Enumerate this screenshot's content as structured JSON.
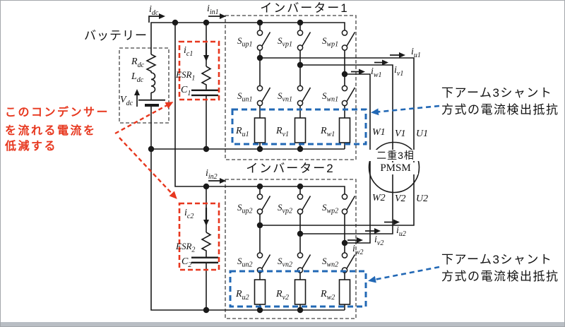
{
  "colors": {
    "wire": "#1a1a1a",
    "annotation_red": "#e7371e",
    "annotation_blue": "#2268b5",
    "frame_bar": "#b9bec4"
  },
  "titles": {
    "battery": "バッテリー",
    "inverter1": "インバーター1",
    "inverter2": "インバーター2"
  },
  "notes": {
    "capacitor_note": {
      "lines": [
        "このコンデンサー",
        "を流れる電流を",
        "低減する"
      ]
    },
    "shunt_note_top": {
      "lines": [
        "下アーム3シャント",
        "方式の電流検出抵抗"
      ]
    },
    "shunt_note_bottom": {
      "lines": [
        "下アーム3シャント",
        "方式の電流検出抵抗"
      ]
    }
  },
  "motor": {
    "type_line1": "二重3相",
    "type_line2": "PMSM",
    "terminals_top": [
      "W1",
      "V1",
      "U1"
    ],
    "terminals_bottom": [
      "W2",
      "V2",
      "U2"
    ]
  },
  "labels": {
    "idc": {
      "base": "i",
      "sub": "dc"
    },
    "iin1": {
      "base": "i",
      "sub": "in1"
    },
    "iin2": {
      "base": "i",
      "sub": "in2"
    },
    "rdc": {
      "base": "R",
      "sub": "dc"
    },
    "ldc": {
      "base": "L",
      "sub": "dc"
    },
    "vdc": {
      "base": "V",
      "sub": "dc"
    },
    "ic1": {
      "base": "i",
      "sub": "c1"
    },
    "esr1": {
      "base": "ESR",
      "sub": "1"
    },
    "c1": {
      "base": "C",
      "sub": "1"
    },
    "ic2": {
      "base": "i",
      "sub": "c2"
    },
    "esr2": {
      "base": "ESR",
      "sub": "2"
    },
    "c2": {
      "base": "C",
      "sub": "2"
    },
    "sup1": {
      "base": "S",
      "sub": "up1"
    },
    "svp1": {
      "base": "S",
      "sub": "vp1"
    },
    "swp1": {
      "base": "S",
      "sub": "wp1"
    },
    "sun1": {
      "base": "S",
      "sub": "un1"
    },
    "svn1": {
      "base": "S",
      "sub": "vn1"
    },
    "swn1": {
      "base": "S",
      "sub": "wn1"
    },
    "sup2": {
      "base": "S",
      "sub": "up2"
    },
    "svp2": {
      "base": "S",
      "sub": "vp2"
    },
    "swp2": {
      "base": "S",
      "sub": "wp2"
    },
    "sun2": {
      "base": "S",
      "sub": "un2"
    },
    "svn2": {
      "base": "S",
      "sub": "vn2"
    },
    "swn2": {
      "base": "S",
      "sub": "wn2"
    },
    "ru1": {
      "base": "R",
      "sub": "u1"
    },
    "rv1": {
      "base": "R",
      "sub": "v1"
    },
    "rw1": {
      "base": "R",
      "sub": "w1"
    },
    "ru2": {
      "base": "R",
      "sub": "u2"
    },
    "rv2": {
      "base": "R",
      "sub": "v2"
    },
    "rw2": {
      "base": "R",
      "sub": "w2"
    },
    "iu1": {
      "base": "i",
      "sub": "u1"
    },
    "iv1": {
      "base": "i",
      "sub": "v1"
    },
    "iw1": {
      "base": "i",
      "sub": "w1"
    },
    "iu2": {
      "base": "i",
      "sub": "u2"
    },
    "iv2": {
      "base": "i",
      "sub": "v2"
    },
    "iw2": {
      "base": "i",
      "sub": "w2"
    }
  }
}
